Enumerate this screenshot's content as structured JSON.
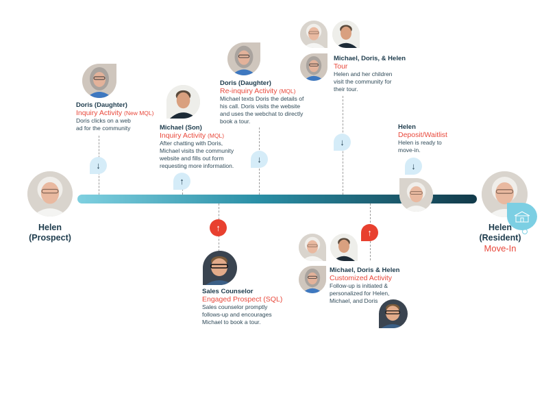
{
  "start": {
    "name": "Helen",
    "role": "(Prospect)"
  },
  "end": {
    "name": "Helen",
    "role": "(Resident)",
    "activity": "Move-In"
  },
  "events_above": [
    {
      "name": "Doris (Daughter)",
      "activity": "Inquiry Activity",
      "tag": "(New MQL)",
      "description": "Doris clicks on a web ad for the community",
      "direction": "down"
    },
    {
      "name": "Michael (Son)",
      "activity": "Inquiry Activity",
      "tag": "(MQL)",
      "description": "After chatting with Doris, Michael visits the community website and fills out form requesting more information.",
      "direction": "up"
    },
    {
      "name": "Doris (Daughter)",
      "activity": "Re-inquiry Activity",
      "tag": "(MQL)",
      "description": "Michael texts Doris the details of his call. Doris visits the website and uses the webchat to directly book a tour.",
      "direction": "down"
    },
    {
      "name": "Michael, Doris, & Helen",
      "activity": "Tour",
      "tag": "",
      "description": "Helen and her children visit the community for their tour.",
      "direction": "down"
    },
    {
      "name": "Helen",
      "activity": "Deposit/Waitlist",
      "tag": "",
      "description": "Helen is ready to move-in.",
      "direction": "down"
    }
  ],
  "events_below": [
    {
      "name": "Sales Counselor",
      "activity": "Engaged Prospect (SQL)",
      "description": "Sales counselor promptly follows-up and encourages Michael to book a tour.",
      "direction": "up"
    },
    {
      "name": "Michael, Doris & Helen",
      "activity": "Customized Activity",
      "description": "Follow-up is initiated & personalized for Helen, Michael, and Doris",
      "direction": "up"
    }
  ],
  "icons": {
    "down": "↓",
    "up": "↑"
  },
  "colors": {
    "accent": "#e8473a",
    "navy": "#1d3b4c",
    "bar_start": "#7fd0e0",
    "bar_end": "#123a4a",
    "pin": "#d5ecf8"
  }
}
